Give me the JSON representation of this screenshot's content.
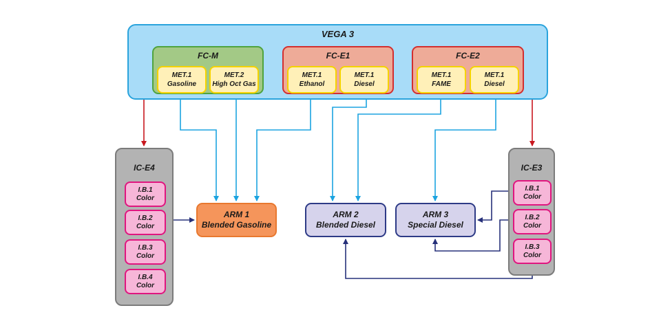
{
  "diagram": {
    "container": {
      "title": "VEGA 3"
    },
    "groups": [
      {
        "id": "fcm",
        "title": "FC-M",
        "items": [
          {
            "line1": "MET.1",
            "line2": "Gasoline"
          },
          {
            "line1": "MET.2",
            "line2": "High Oct Gas"
          }
        ]
      },
      {
        "id": "fce1",
        "title": "FC-E1",
        "items": [
          {
            "line1": "MET.1",
            "line2": "Ethanol"
          },
          {
            "line1": "MET.1",
            "line2": "Diesel"
          }
        ]
      },
      {
        "id": "fce2",
        "title": "FC-E2",
        "items": [
          {
            "line1": "MET.1",
            "line2": "FAME"
          },
          {
            "line1": "MET.1",
            "line2": "Diesel"
          }
        ]
      }
    ],
    "ic_e4": {
      "title": "IC-E4",
      "items": [
        {
          "line1": "I.B.1",
          "line2": "Color"
        },
        {
          "line1": "I.B.2",
          "line2": "Color"
        },
        {
          "line1": "I.B.3",
          "line2": "Color"
        },
        {
          "line1": "I.B.4",
          "line2": "Color"
        }
      ]
    },
    "ic_e3": {
      "title": "IC-E3",
      "items": [
        {
          "line1": "I.B.1",
          "line2": "Color"
        },
        {
          "line1": "I.B.2",
          "line2": "Color"
        },
        {
          "line1": "I.B.3",
          "line2": "Color"
        }
      ]
    },
    "outputs": [
      {
        "id": "arm1",
        "line1": "ARM 1",
        "line2": "Blended Gasoline"
      },
      {
        "id": "arm2",
        "line1": "ARM 2",
        "line2": "Blended Diesel"
      },
      {
        "id": "arm3",
        "line1": "ARM 3",
        "line2": "Special Diesel"
      }
    ],
    "connections": [
      {
        "from": "FC-M",
        "to": "FC-E1",
        "type": "bidirectional"
      },
      {
        "from": "FC-E1",
        "to": "FC-E2",
        "type": "bidirectional"
      },
      {
        "from": "FC-M",
        "to": "IC-E4",
        "type": "control"
      },
      {
        "from": "FC-E2",
        "to": "IC-E3",
        "type": "control"
      },
      {
        "from": "FC-M MET.1 Gasoline",
        "to": "ARM 1",
        "type": "flow"
      },
      {
        "from": "FC-M MET.2 High Oct Gas",
        "to": "ARM 1",
        "type": "flow"
      },
      {
        "from": "FC-E1 MET.1 Ethanol",
        "to": "ARM 1",
        "type": "flow"
      },
      {
        "from": "FC-E1 MET.1 Diesel",
        "to": "ARM 2",
        "type": "flow"
      },
      {
        "from": "FC-E2 MET.1 FAME",
        "to": "ARM 2",
        "type": "flow"
      },
      {
        "from": "FC-E2 MET.1 Diesel",
        "to": "ARM 3",
        "type": "flow"
      },
      {
        "from": "IC-E4",
        "to": "ARM 1",
        "type": "additive"
      },
      {
        "from": "IC-E3 I.B.1",
        "to": "ARM 3",
        "type": "additive"
      },
      {
        "from": "IC-E3 I.B.2",
        "to": "ARM 3",
        "type": "additive"
      },
      {
        "from": "IC-E3 I.B.3",
        "to": "ARM 2",
        "type": "additive"
      }
    ],
    "colors": {
      "flow": "#1ba3e0",
      "control": "#c8171e",
      "additive": "#26307a",
      "bidirectional": "#555555"
    }
  }
}
